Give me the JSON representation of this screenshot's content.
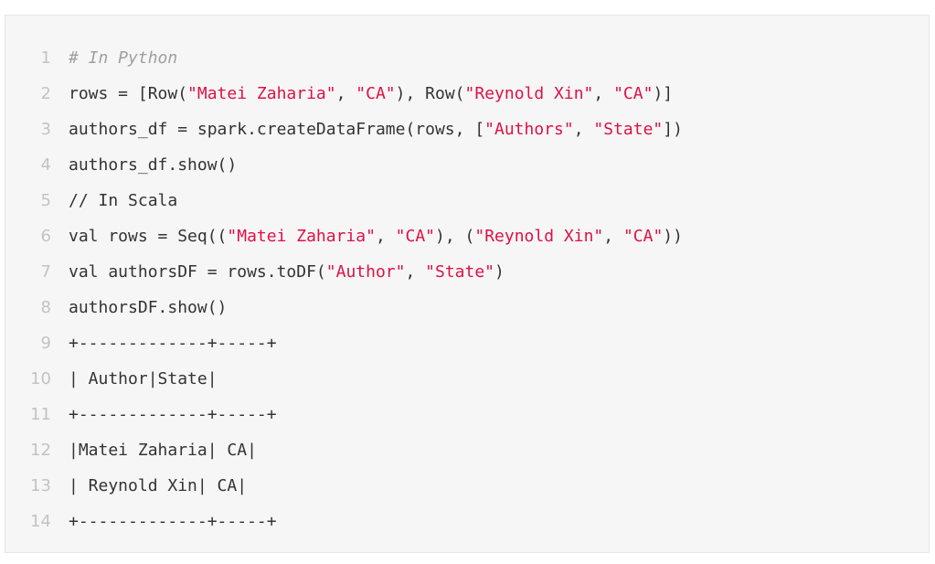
{
  "code": {
    "lines": [
      {
        "num": "1",
        "tokens": [
          {
            "t": "# In Python",
            "k": "comment-italic"
          }
        ]
      },
      {
        "num": "2",
        "tokens": [
          {
            "t": "rows = [Row(",
            "k": "plain"
          },
          {
            "t": "\"Matei Zaharia\"",
            "k": "string"
          },
          {
            "t": ", ",
            "k": "plain"
          },
          {
            "t": "\"CA\"",
            "k": "string"
          },
          {
            "t": "), Row(",
            "k": "plain"
          },
          {
            "t": "\"Reynold Xin\"",
            "k": "string"
          },
          {
            "t": ", ",
            "k": "plain"
          },
          {
            "t": "\"CA\"",
            "k": "string"
          },
          {
            "t": ")]",
            "k": "plain"
          }
        ]
      },
      {
        "num": "3",
        "tokens": [
          {
            "t": "authors_df = spark.createDataFrame(rows, [",
            "k": "plain"
          },
          {
            "t": "\"Authors\"",
            "k": "string"
          },
          {
            "t": ", ",
            "k": "plain"
          },
          {
            "t": "\"State\"",
            "k": "string"
          },
          {
            "t": "])",
            "k": "plain"
          }
        ]
      },
      {
        "num": "4",
        "tokens": [
          {
            "t": "authors_df.show()",
            "k": "plain"
          }
        ]
      },
      {
        "num": "5",
        "tokens": [
          {
            "t": "// In Scala",
            "k": "plain"
          }
        ]
      },
      {
        "num": "6",
        "tokens": [
          {
            "t": "val rows = Seq((",
            "k": "plain"
          },
          {
            "t": "\"Matei Zaharia\"",
            "k": "string"
          },
          {
            "t": ", ",
            "k": "plain"
          },
          {
            "t": "\"CA\"",
            "k": "string"
          },
          {
            "t": "), (",
            "k": "plain"
          },
          {
            "t": "\"Reynold Xin\"",
            "k": "string"
          },
          {
            "t": ", ",
            "k": "plain"
          },
          {
            "t": "\"CA\"",
            "k": "string"
          },
          {
            "t": "))",
            "k": "plain"
          }
        ]
      },
      {
        "num": "7",
        "tokens": [
          {
            "t": "val authorsDF = rows.toDF(",
            "k": "plain"
          },
          {
            "t": "\"Author\"",
            "k": "string"
          },
          {
            "t": ", ",
            "k": "plain"
          },
          {
            "t": "\"State\"",
            "k": "string"
          },
          {
            "t": ")",
            "k": "plain"
          }
        ]
      },
      {
        "num": "8",
        "tokens": [
          {
            "t": "authorsDF.show()",
            "k": "plain"
          }
        ]
      },
      {
        "num": "9",
        "tokens": [
          {
            "t": "+-------------+-----+",
            "k": "plain"
          }
        ]
      },
      {
        "num": "10",
        "tokens": [
          {
            "t": "| Author|State|",
            "k": "plain"
          }
        ]
      },
      {
        "num": "11",
        "tokens": [
          {
            "t": "+-------------+-----+",
            "k": "plain"
          }
        ]
      },
      {
        "num": "12",
        "tokens": [
          {
            "t": "|Matei Zaharia| CA|",
            "k": "plain"
          }
        ]
      },
      {
        "num": "13",
        "tokens": [
          {
            "t": "| Reynold Xin| CA|",
            "k": "plain"
          }
        ]
      },
      {
        "num": "14",
        "tokens": [
          {
            "t": "+-------------+-----+",
            "k": "plain"
          }
        ]
      }
    ]
  },
  "colors": {
    "background": "#f6f6f6",
    "line_number": "#c3c3c3",
    "plain": "#333333",
    "string": "#dd1144",
    "comment": "#a0a0a0"
  }
}
